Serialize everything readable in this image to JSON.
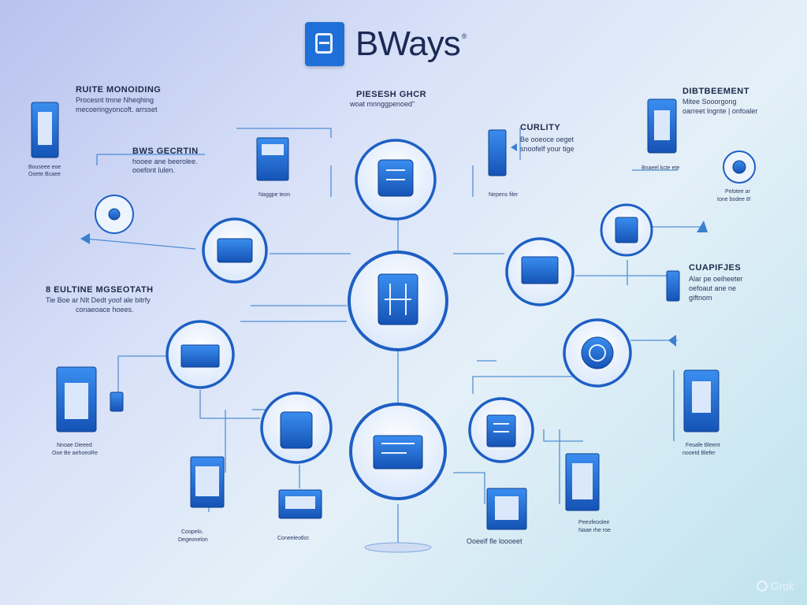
{
  "brand": {
    "name": "BWays",
    "tm": "®"
  },
  "watermark": "Grok",
  "labels": {
    "top_left_title": "RUITE MONOIDING",
    "top_left_line1": "Procesnt tmne Nheqhing",
    "top_left_line2": "mecoeringyoncoft. arrsset",
    "top_center_title": "PIESESH GHCR",
    "top_center_line1": "woat mnnggpenoed\"",
    "top_right_title": "DIBTBEEMENT",
    "top_right_line1": "Mitee Sooorgong",
    "top_right_line2": "oarreet lngnte | onfoaler",
    "bws_title": "BWS GECRTIN",
    "bws_line1": "hooee ane beerolee.",
    "bws_line2": "ooefont lulen.",
    "quality_title": "CURLITY",
    "quality_line1": "Be ooeoce oeget",
    "quality_line2": "snoofelf your tige",
    "left_mid_title": "8  EULTINE MGSEOTATH",
    "left_mid_line1": "Tie Boe ar NIt Dedt yoof ale bitrfy",
    "left_mid_line2": "conaeoace hoees.",
    "right_mid_title": "CUAPIFJES",
    "right_mid_line1": "Alar pe oeiheeter",
    "right_mid_line2": "oefoaut ane ne",
    "right_mid_line3": "giftnom",
    "small_a_1": "Bouseee eoe",
    "small_a_2": "Ooete Bcaee",
    "small_b": "Naggpe teon",
    "small_c": "Nepens filer",
    "small_d": "Bnaeel kcte ete",
    "small_e_1": "Pelotee ar",
    "small_e_2": "tone bodee 8!",
    "small_f_1": "Nnoae Dieeed",
    "small_f_2": "Ooe Be aehoeoRe",
    "small_g_1": "Coopelo.",
    "small_g_2": "Degeonelon",
    "small_h": "Coneeleotlor.",
    "small_i": "Ooeelf fle loooeet",
    "small_j_1": "Peeofeoolee",
    "small_j_2": "Naae rhe roe",
    "small_k_1": "Feoafe Bleent",
    "small_k_2": "nooetd Blefer"
  },
  "colors": {
    "accent": "#1f6fd8",
    "node_ring": "#1d5fc4",
    "node_fill": "#ffffff",
    "wire": "#3a7fd0",
    "text_dark": "#1c2a4a"
  },
  "icons": {
    "brand": "document-icon",
    "node_top": "server-icon",
    "node_center": "grid-building-icon",
    "node_bottom_center": "monitor-icon"
  }
}
